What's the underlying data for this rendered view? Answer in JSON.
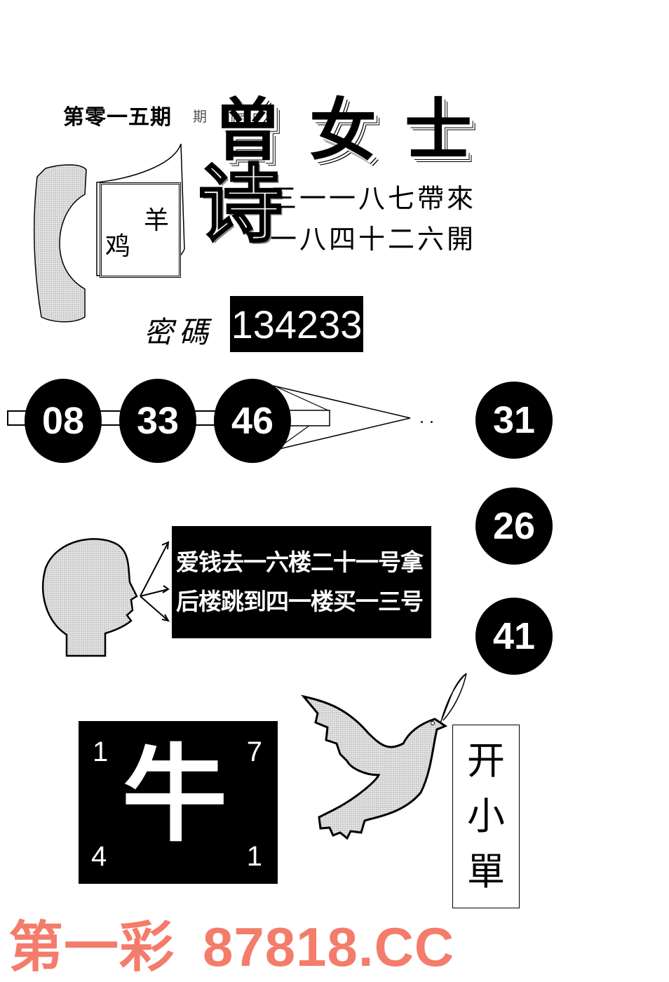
{
  "header": {
    "issue": "第零一五期",
    "issue_ghost": "期",
    "title": "曾女士"
  },
  "card": {
    "zodiac_1": "鸡",
    "zodiac_2": "羊"
  },
  "poem": {
    "label": "诗",
    "line_1": "三一一八七帶來",
    "line_2": "一八四十二六開"
  },
  "secret_code": {
    "label": "密碼",
    "value": "134233"
  },
  "ball_row": {
    "balls": [
      "08",
      "33",
      "46"
    ],
    "ellipsis": ". ."
  },
  "right_balls": [
    "31",
    "26",
    "41"
  ],
  "speech": {
    "line_1": "爱钱去一六楼二十一号拿",
    "line_2": "后楼跳到四一楼买一三号"
  },
  "ox_box": {
    "char": "牛",
    "top_left": "1",
    "top_right": "7",
    "bottom_left": "4",
    "bottom_right": "1"
  },
  "vertical_box": {
    "chars": [
      "开",
      "小",
      "單"
    ]
  },
  "watermark": {
    "brand": "第一彩",
    "site": "87818.CC",
    "color": "#f47c6b"
  }
}
